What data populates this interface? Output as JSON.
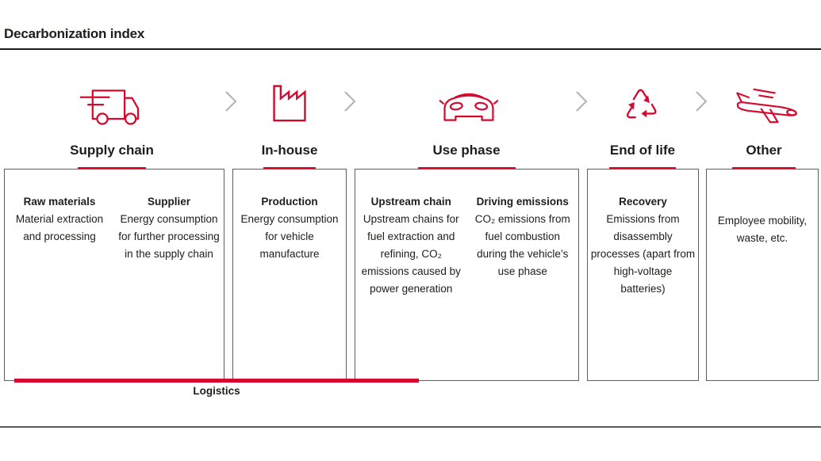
{
  "title": "Decarbonization index",
  "colors": {
    "red": "#d5092d",
    "border": "#5e5e5e",
    "chevron": "#b1b1b1",
    "text": "#1d1d1b"
  },
  "stages": [
    {
      "label": "Supply chain",
      "icon": "truck-icon"
    },
    {
      "label": "In-house",
      "icon": "factory-icon"
    },
    {
      "label": "Use phase",
      "icon": "car-icon"
    },
    {
      "label": "End of life",
      "icon": "recycle-icon"
    },
    {
      "label": "Other",
      "icon": "plane-icon"
    }
  ],
  "boxes": [
    {
      "stage": "Supply chain",
      "entries": [
        {
          "title": "Raw materials",
          "body": "Material extraction and processing"
        },
        {
          "title": "Supplier",
          "body": "Energy consumption for further processing in the supply chain"
        }
      ]
    },
    {
      "stage": "In-house",
      "entries": [
        {
          "title": "Production",
          "body": "Energy consumption for vehicle manufacture"
        }
      ]
    },
    {
      "stage": "Use phase",
      "entries": [
        {
          "title": "Upstream chain",
          "body": "Upstream chains for fuel extraction and refining, CO₂ emissions caused by power generation"
        },
        {
          "title": "Driving emissions",
          "body": "CO₂ emissions from fuel combustion during the vehicle’s use phase"
        }
      ]
    },
    {
      "stage": "End of life",
      "entries": [
        {
          "title": "Recovery",
          "body": "Emissions from disassembly processes (apart from high-voltage batteries)"
        }
      ]
    },
    {
      "stage": "Other",
      "entries": [
        {
          "title": "",
          "body": "Employee mobility, waste, etc."
        }
      ]
    }
  ],
  "logistics_label": "Logistics"
}
